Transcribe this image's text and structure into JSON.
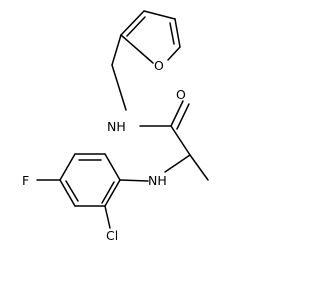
{
  "molecule": {
    "atom_labels": {
      "O_furan": "O",
      "O_carbonyl": "O",
      "NH_amide": "NH",
      "NH_amine": "NH",
      "Cl": "Cl",
      "F": "F"
    },
    "colors": {
      "bond": "#000000",
      "label": "#000000",
      "background": "#ffffff"
    }
  }
}
